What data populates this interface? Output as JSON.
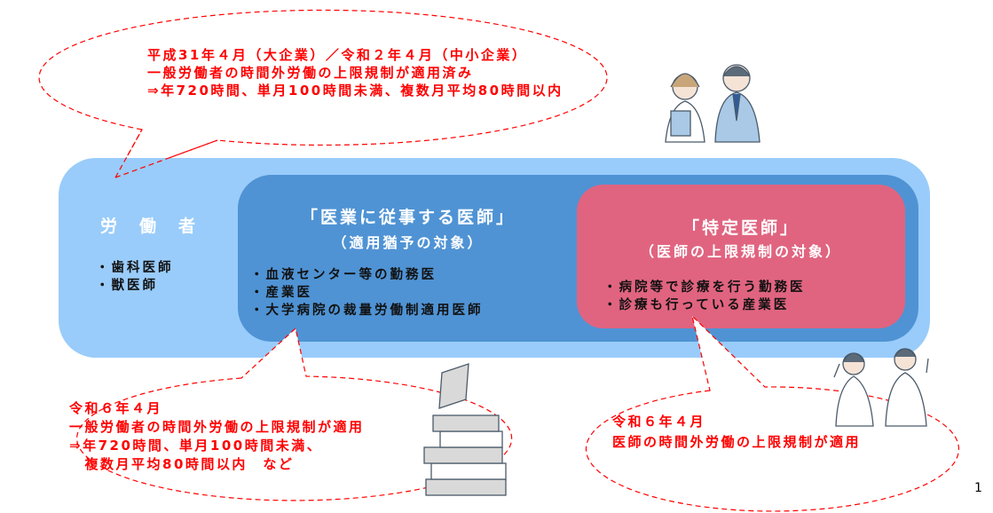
{
  "colors": {
    "outer_box": "#99ccfa",
    "middle_box": "#4f93d4",
    "inner_box": "#e06480",
    "callout_text": "#ff0000",
    "callout_border": "#ff0000"
  },
  "top_callout": {
    "lines": [
      "平成31年４月（大企業）／令和２年４月（中小企業）",
      "一般労働者の時間外労働の上限規制が適用済み",
      "⇒年720時間、単月100時間未満、複数月平均80時間以内"
    ]
  },
  "workers": {
    "title": "労　働　者",
    "items": [
      "・歯科医師",
      "・獣医師"
    ]
  },
  "medical_doctors": {
    "title": "「医業に従事する医師」",
    "subtitle": "（適用猶予の対象）",
    "items": [
      "・血液センター等の勤務医",
      "・産業医",
      "・大学病院の裁量労働制適用医師"
    ]
  },
  "specific_doctors": {
    "title": "「特定医師」",
    "subtitle": "（医師の上限規制の対象）",
    "items": [
      "・病院等で診療を行う勤務医",
      "・診療も行っている産業医"
    ]
  },
  "bottom_left_callout": {
    "lines": [
      "令和６年４月",
      "一般労働者の時間外労働の上限規制が適用",
      "⇒年720時間、単月100時間未満、",
      "　複数月平均80時間以内　など"
    ]
  },
  "bottom_right_callout": {
    "lines": [
      "令和６年４月",
      "医師の時間外労働の上限規制が適用"
    ]
  },
  "illustrations": [
    "office-workers-illustration",
    "stacked-books-illustration",
    "doctors-illustration"
  ],
  "page_number": "1"
}
